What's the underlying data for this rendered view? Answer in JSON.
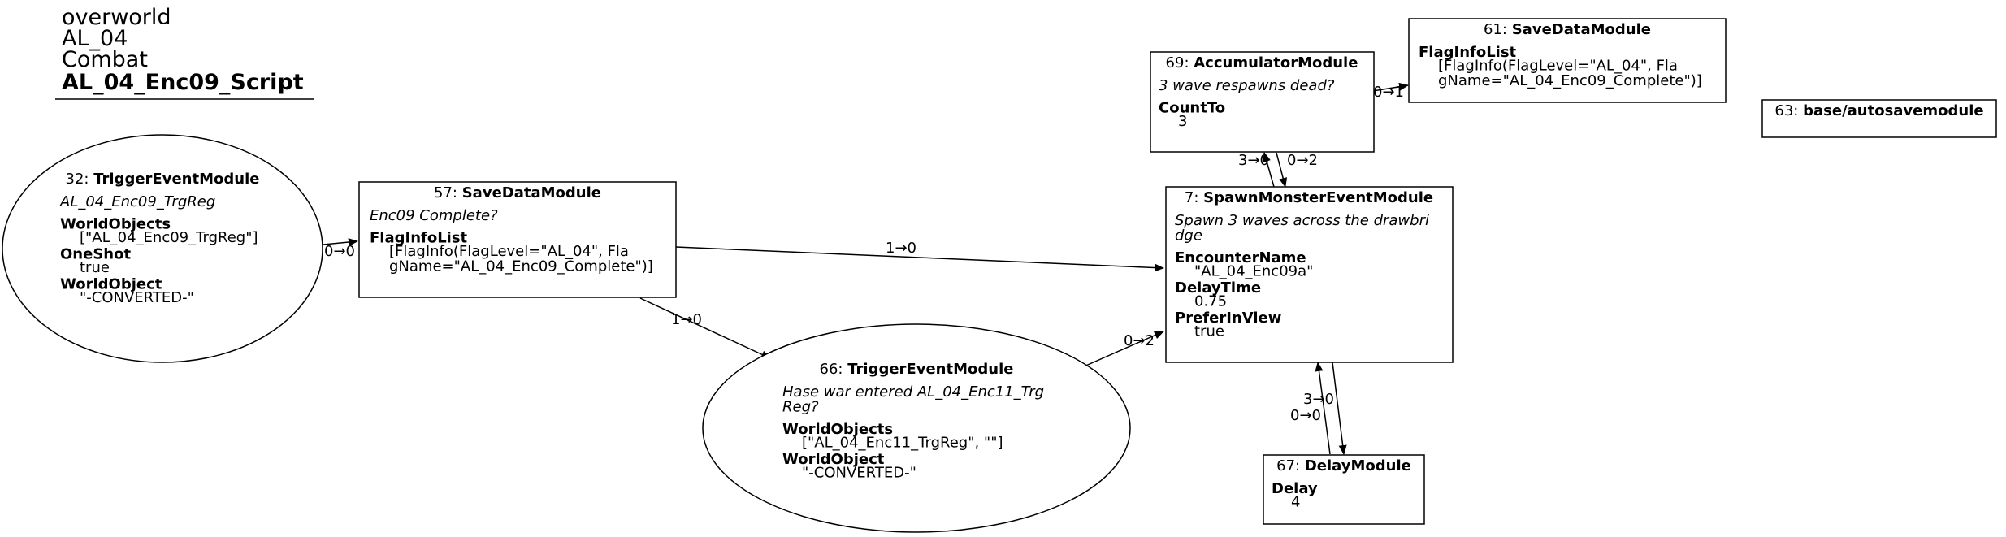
{
  "header": {
    "lines": [
      "overworld",
      "AL_04",
      "Combat"
    ],
    "script_name": "AL_04_Enc09_Script"
  },
  "nodes": {
    "n32": {
      "id": "32",
      "type": "TriggerEventModule",
      "comment": "AL_04_Enc09_TrgReg",
      "props": [
        {
          "k": "WorldObjects",
          "v": [
            "[\"AL_04_Enc09_TrgReg\"]"
          ]
        },
        {
          "k": "OneShot",
          "v": [
            "true"
          ]
        },
        {
          "k": "WorldObject",
          "v": [
            "\"-CONVERTED-\""
          ]
        }
      ]
    },
    "n57": {
      "id": "57",
      "type": "SaveDataModule",
      "comment": "Enc09 Complete?",
      "props": [
        {
          "k": "FlagInfoList",
          "v": [
            "[FlagInfo(FlagLevel=\"AL_04\", Fla",
            "gName=\"AL_04_Enc09_Complete\")]"
          ]
        }
      ]
    },
    "n66": {
      "id": "66",
      "type": "TriggerEventModule",
      "comment": [
        "Hase war entered AL_04_Enc11_Trg",
        "Reg?"
      ],
      "props": [
        {
          "k": "WorldObjects",
          "v": [
            "[\"AL_04_Enc11_TrgReg\", \"\"]"
          ]
        },
        {
          "k": "WorldObject",
          "v": [
            "\"-CONVERTED-\""
          ]
        }
      ]
    },
    "n69": {
      "id": "69",
      "type": "AccumulatorModule",
      "comment": "3 wave respawns dead?",
      "props": [
        {
          "k": "CountTo",
          "v": [
            "3"
          ]
        }
      ]
    },
    "n61": {
      "id": "61",
      "type": "SaveDataModule",
      "comment": "",
      "props": [
        {
          "k": "FlagInfoList",
          "v": [
            "[FlagInfo(FlagLevel=\"AL_04\", Fla",
            "gName=\"AL_04_Enc09_Complete\")]"
          ]
        }
      ]
    },
    "n7": {
      "id": "7",
      "type": "SpawnMonsterEventModule",
      "comment": [
        "Spawn 3 waves across the drawbri",
        "dge"
      ],
      "props": [
        {
          "k": "EncounterName",
          "v": [
            "\"AL_04_Enc09a\""
          ]
        },
        {
          "k": "DelayTime",
          "v": [
            "0.75"
          ]
        },
        {
          "k": "PreferInView",
          "v": [
            "true"
          ]
        }
      ]
    },
    "n67": {
      "id": "67",
      "type": "DelayModule",
      "comment": "",
      "props": [
        {
          "k": "Delay",
          "v": [
            "4"
          ]
        }
      ]
    },
    "n63": {
      "id": "63",
      "type": "base/autosavemodule",
      "comment": "",
      "props": []
    }
  },
  "edges": [
    {
      "from": "32",
      "to": "57",
      "label": "0→0"
    },
    {
      "from": "57",
      "to": "7",
      "label": "1→0"
    },
    {
      "from": "57",
      "to": "66",
      "label": "1→0"
    },
    {
      "from": "66",
      "to": "7",
      "label": "0→2"
    },
    {
      "from": "7",
      "to": "69",
      "label": "3→0"
    },
    {
      "from": "69",
      "to": "7",
      "label": "0→2"
    },
    {
      "from": "69",
      "to": "61",
      "label": "0→1"
    },
    {
      "from": "7",
      "to": "67",
      "label": "3→0"
    },
    {
      "from": "67",
      "to": "7",
      "label": "0→0"
    }
  ]
}
